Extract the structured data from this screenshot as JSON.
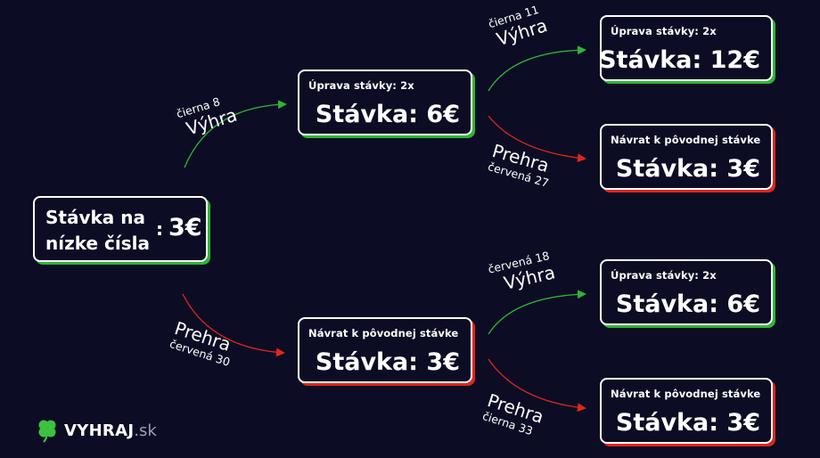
{
  "colors": {
    "background": "#0c0d24",
    "win": "#2fb535",
    "loss": "#e0261b",
    "text": "#ffffff"
  },
  "root": {
    "line1": "Stávka na",
    "line2": "nízke čísla",
    "colon": ":",
    "amount": "3€"
  },
  "nodes": {
    "n1": {
      "header": "Úprava stávky: 2x",
      "bet": "Stávka: 6€"
    },
    "n2": {
      "header": "Návrat k pôvodnej stávke",
      "bet": "Stávka: 3€"
    },
    "n11": {
      "header": "Úprava stávky: 2x",
      "bet": "Stávka: 12€"
    },
    "n12": {
      "header": "Návrat k pôvodnej stávke",
      "bet": "Stávka: 3€"
    },
    "n21": {
      "header": "Úprava stávky: 2x",
      "bet": "Stávka: 6€"
    },
    "n22": {
      "header": "Návrat k pôvodnej stávke",
      "bet": "Stávka: 3€"
    }
  },
  "edges": {
    "e1": {
      "result": "Výhra",
      "number": "čierna 8"
    },
    "e2": {
      "result": "Prehra",
      "number": "červená 30"
    },
    "e11": {
      "result": "Výhra",
      "number": "čierna 11"
    },
    "e12": {
      "result": "Prehra",
      "number": "červená 27"
    },
    "e21": {
      "result": "Výhra",
      "number": "červená 18"
    },
    "e22": {
      "result": "Prehra",
      "number": "čierna 33"
    }
  },
  "logo": {
    "icon": "clover-icon",
    "brand": "VYHRAJ",
    "tld": ".sk"
  }
}
